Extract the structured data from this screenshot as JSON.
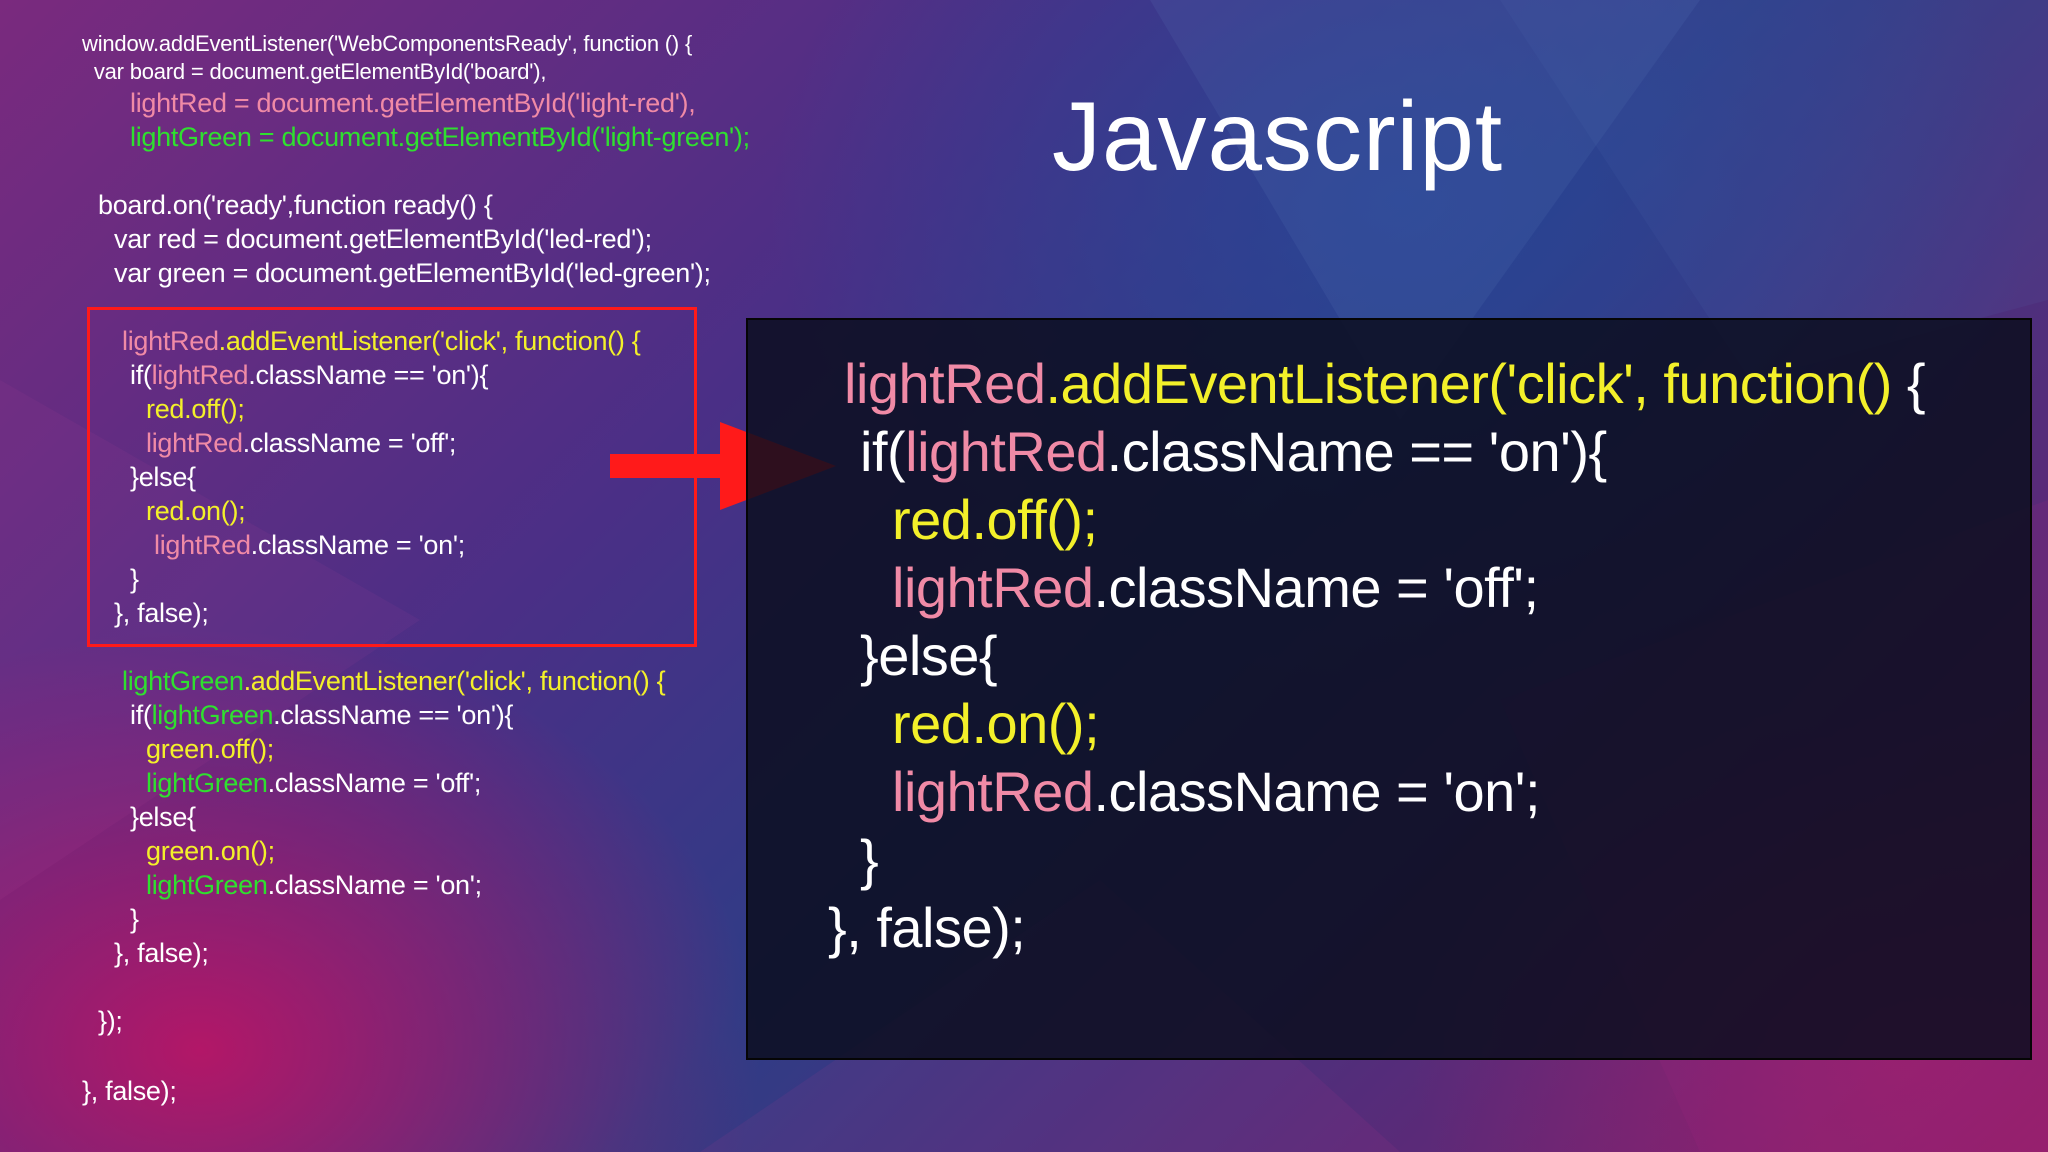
{
  "title": "Javascript",
  "small_code": {
    "l1": "window.addEventListener('WebComponentsReady', function () {",
    "l2": "  var board = document.getElementById('board'),",
    "l3": "lightRed = document.getElementById('light-red'),",
    "l4": "lightGreen = document.getElementById('light-green');",
    "l5": "board.on('ready',function ready() {",
    "l6": "var red = document.getElementById('led-red');",
    "l7": "var green = document.getElementById('led-green');",
    "red_block": {
      "a1": "lightRed",
      "a2": ".addEventListener('click', function() {",
      "b1": "if(",
      "b2": "lightRed",
      "b3": ".className == 'on'){",
      "c1": "red.off();",
      "d1": "lightRed",
      "d2": ".className = 'off';",
      "e1": "}else{",
      "f1": "red.on();",
      "g1": "lightRed",
      "g2": ".className = 'on';",
      "h1": "}",
      "i1": "}, false);"
    },
    "green_block": {
      "a1": "lightGreen",
      "a2": ".addEventListener('click', function() {",
      "b1": "if(",
      "b2": "lightGreen",
      "b3": ".className == 'on'){",
      "c1": "green.off();",
      "d1": "lightGreen",
      "d2": ".className = 'off';",
      "e1": "}else{",
      "f1": "green.on();",
      "g1": "lightGreen",
      "g2": ".className = 'on';",
      "h1": "}",
      "i1": "}, false);"
    },
    "close1": "});",
    "close2": "}, false);"
  },
  "zoom_code": {
    "a1": "lightRed",
    "a2": ".addEventListener('click', function() ",
    "a3": "{",
    "b1": "if(",
    "b2": "lightRed",
    "b3": ".className == 'on'){",
    "c1": "red.off();",
    "d1": "lightRed",
    "d2": ".className = 'off';",
    "e1": "}else{",
    "f1": "red.on();",
    "g1": "lightRed",
    "g2": ".className = 'on';",
    "h1": "}",
    "i1": "}, false);"
  },
  "colors": {
    "variable": "#f08aa6",
    "method": "#f3f02a",
    "green_variable": "#2fe02f",
    "highlight": "#ff1a1a",
    "arrow": "#ff1a1a"
  },
  "icons": {
    "arrow": "right-arrow-icon"
  }
}
